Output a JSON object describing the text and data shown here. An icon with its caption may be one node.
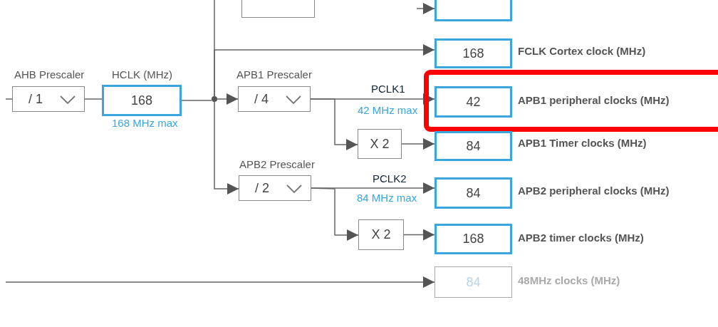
{
  "diagram": {
    "nodes": [
      {
        "text": [
          "/ 1"
        ],
        "beside": [
          "AHB Prescaler"
        ]
      },
      {
        "text": [
          "168"
        ],
        "beside": [
          "HCLK (MHz)",
          "168 MHz max"
        ]
      },
      {
        "text": [],
        "shape": "circle"
      },
      {
        "text": [
          "/ 4"
        ],
        "beside": [
          "APB1 Prescaler"
        ]
      },
      {
        "text": [
          "/ 2"
        ],
        "beside": [
          "APB2 Prescaler"
        ]
      },
      {
        "text": [
          "X 2"
        ]
      },
      {
        "text": [
          "X 2"
        ]
      },
      {
        "text": [],
        "shape": "box"
      },
      {
        "text": [],
        "shape": "box"
      },
      {
        "text": [
          "168"
        ],
        "beside": [
          "FCLK Cortex clock (MHz)"
        ]
      },
      {
        "text": [],
        "shape": "box"
      },
      {
        "text": [
          "42"
        ],
        "beside": [
          "APB1 peripheral clocks (MHz)"
        ],
        "in": 10
      },
      {
        "text": [
          "84"
        ],
        "beside": [
          "APB1 Timer clocks (MHz)"
        ]
      },
      {
        "text": [
          "84"
        ],
        "beside": [
          "APB2 peripheral clocks (MHz)"
        ]
      },
      {
        "text": [
          "168"
        ],
        "beside": [
          "APB2 timer clocks (MHz)"
        ]
      },
      {
        "text": [
          "84"
        ],
        "beside": [
          "48MHz clocks (MHz)"
        ]
      }
    ],
    "edges": [
      {
        "from": null,
        "to": 0,
        "arrow": "none"
      },
      {
        "from": 0,
        "to": 1,
        "arrow": "none"
      },
      {
        "from": 1,
        "to": 2,
        "arrow": "none"
      },
      {
        "from": 2,
        "to": 3,
        "arrow": "to"
      },
      {
        "from": 2,
        "to": 4,
        "arrow": "to"
      },
      {
        "from": 2,
        "to": 9,
        "arrow": "to"
      },
      {
        "from": 2,
        "to": null,
        "arrow": "none"
      },
      {
        "from": 3,
        "to": 11,
        "arrow": "to",
        "label": "PCLK1"
      },
      {
        "from": 3,
        "to": 5,
        "arrow": "to"
      },
      {
        "from": 5,
        "to": 12,
        "arrow": "to"
      },
      {
        "from": 4,
        "to": 13,
        "arrow": "to",
        "label": "PCLK2"
      },
      {
        "from": 4,
        "to": 6,
        "arrow": "to"
      },
      {
        "from": 6,
        "to": 14,
        "arrow": "to"
      },
      {
        "from": null,
        "to": 15,
        "arrow": "to"
      },
      {
        "from": null,
        "to": 8,
        "arrow": "to"
      }
    ],
    "labels": [
      "42 MHz max",
      "84 MHz max"
    ]
  }
}
